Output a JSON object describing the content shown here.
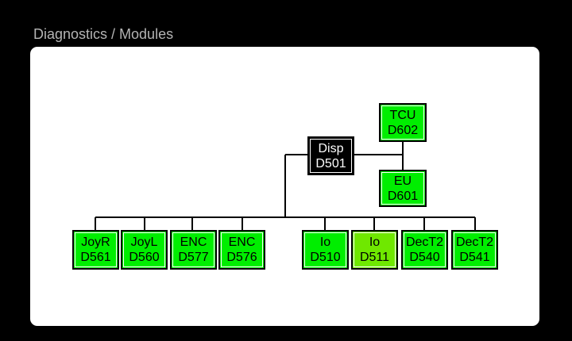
{
  "header": {
    "title": "Diagnostics / Modules"
  },
  "colors": {
    "ok": "#00ee00",
    "ok_alt": "#6fe800",
    "master": "#000000",
    "background": "#000000",
    "panel": "#ffffff"
  },
  "modules": {
    "tcu": {
      "name": "TCU",
      "id": "D602"
    },
    "disp": {
      "name": "Disp",
      "id": "D501"
    },
    "eu": {
      "name": "EU",
      "id": "D601"
    },
    "joyr": {
      "name": "JoyR",
      "id": "D561"
    },
    "joyl": {
      "name": "JoyL",
      "id": "D560"
    },
    "enc1": {
      "name": "ENC",
      "id": "D577"
    },
    "enc2": {
      "name": "ENC",
      "id": "D576"
    },
    "io1": {
      "name": "Io",
      "id": "D510"
    },
    "io2": {
      "name": "Io",
      "id": "D511"
    },
    "dect1": {
      "name": "DecT2",
      "id": "D540"
    },
    "dect2": {
      "name": "DecT2",
      "id": "D541"
    }
  }
}
